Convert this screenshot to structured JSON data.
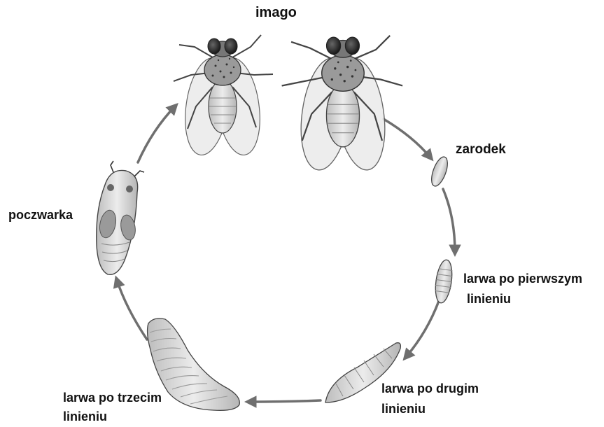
{
  "stages": {
    "imago": "imago",
    "zarodek": "zarodek",
    "larva1_line1": "larwa po pierwszym",
    "larva1_line2": "linieniu",
    "larva2_line1": "larwa po drugim",
    "larva2_line2": "linieniu",
    "larva3_line1": "larwa po trzecim",
    "larva3_line2": "linieniu",
    "pupa": "poczwarka"
  },
  "colors": {
    "arrow": "#6f6f6f",
    "body_fill": "#d9d9d9",
    "body_dark": "#8a8a8a",
    "outline": "#333333",
    "wing_fill": "#ededed"
  },
  "icons": [
    "fly-icon",
    "egg-icon",
    "larva-icon",
    "pupa-icon",
    "arrow-icon"
  ]
}
